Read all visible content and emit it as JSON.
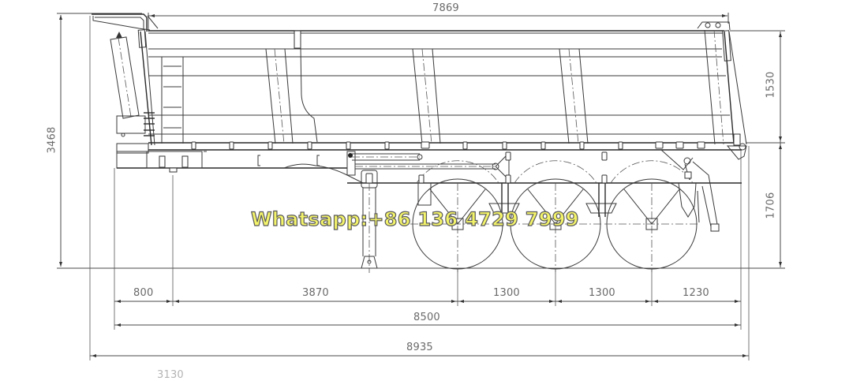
{
  "drawing": {
    "title": "Tri-axle dump semi-trailer side elevation",
    "line_color": "#3a3a3a",
    "dimension_text_color": "#6a6a6a"
  },
  "dimensions": {
    "body_length": "7869",
    "overall_height": "3468",
    "box_height": "1530",
    "chassis_height": "1706",
    "front_overhang": "800",
    "kingpin_to_axle1": "3870",
    "axle_spacing_1": "1300",
    "axle_spacing_2": "1300",
    "rear_overhang": "1230",
    "chassis_length": "8500",
    "overall_length": "8935",
    "cut_off_label": "3130"
  },
  "watermark": {
    "text": "Whatsapp:+86 136 4729 7999",
    "fill_color": "#f4f46a",
    "outline_color": "#5b5b5b"
  }
}
